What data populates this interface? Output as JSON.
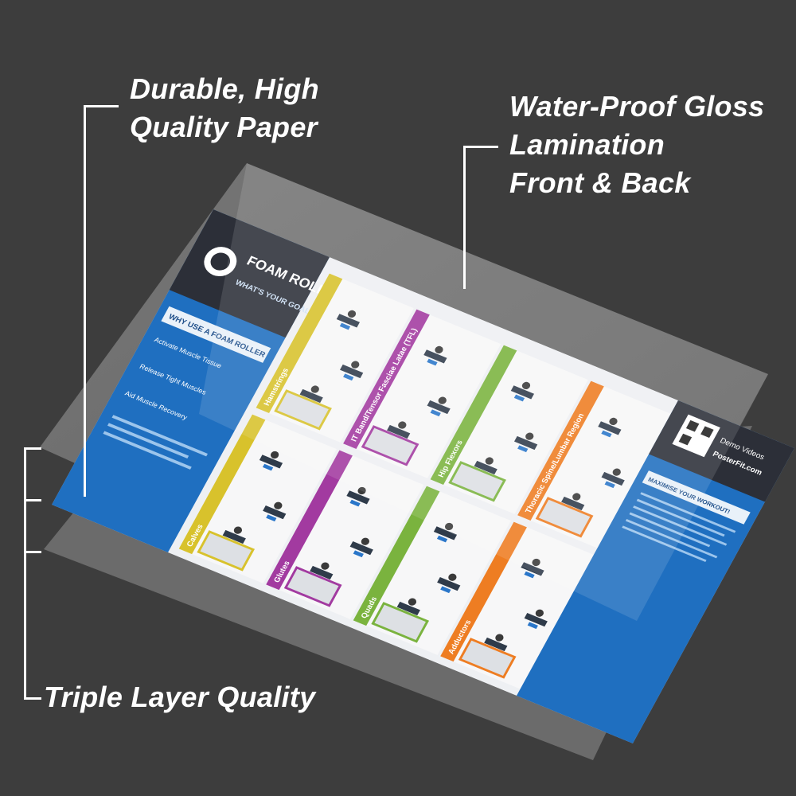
{
  "callouts": {
    "paper": [
      "Durable, High",
      "Quality Paper"
    ],
    "lamination": [
      "Water-Proof Gloss",
      "Lamination",
      "Front & Back"
    ],
    "layers": "Triple Layer Quality"
  },
  "poster": {
    "title": "FOAM ROLLER",
    "goal_prompt": "WHAT'S YOUR GOAL?",
    "why_heading": "WHY USE A FOAM ROLLER",
    "benefits": [
      "Activate Muscle Tissue",
      "Release Tight Muscles",
      "Aid Muscle Recovery"
    ],
    "sections": [
      "Calves",
      "Glutes",
      "Quads",
      "Adductors",
      "Hamstrings",
      "IT Band/Tensor Fasciae Latae (TFL)",
      "Hip Flexors",
      "Thoracic Spine/Lumbar Region"
    ],
    "footer_heading": "MAXIMISE YOUR WORKOUT!",
    "videos_label": "Demo Videos",
    "brand": "PosterFit.com",
    "section_colors": [
      "#d8c22c",
      "#a23aa0",
      "#7ab33e",
      "#ee7d22",
      "#d8c22c",
      "#a23aa0",
      "#7ab33e",
      "#ee7d22"
    ],
    "brand_blue": "#1f6fc0"
  }
}
